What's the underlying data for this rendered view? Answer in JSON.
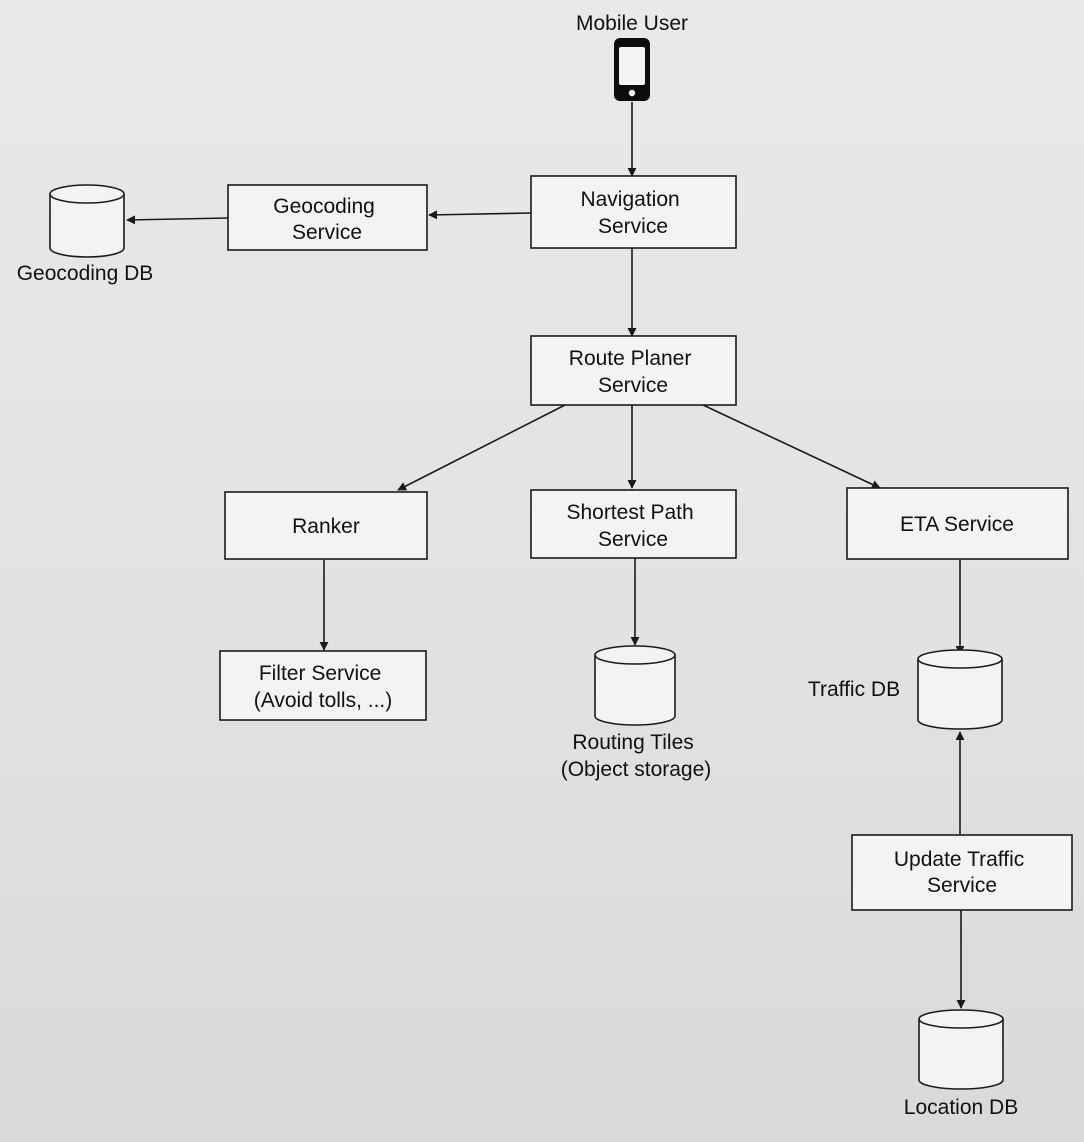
{
  "nodes": {
    "mobile_user": "Mobile User",
    "navigation_service": [
      "Navigation",
      "Service"
    ],
    "geocoding_service": [
      "Geocoding",
      "Service"
    ],
    "geocoding_db": "Geocoding DB",
    "route_planer_service": [
      "Route Planer",
      "Service"
    ],
    "ranker": "Ranker",
    "shortest_path_service": [
      "Shortest Path",
      "Service"
    ],
    "eta_service": "ETA Service",
    "filter_service": [
      "Filter Service",
      "(Avoid tolls, ...)"
    ],
    "routing_tiles": [
      "Routing Tiles",
      "(Object storage)"
    ],
    "traffic_db": "Traffic DB",
    "update_traffic_service": [
      "Update Traffic",
      "Service"
    ],
    "location_db": "Location DB"
  },
  "icons": {
    "mobile": "mobile-phone-icon",
    "database": "database-cylinder-icon"
  },
  "edges": [
    {
      "from": "mobile_user",
      "to": "navigation_service"
    },
    {
      "from": "navigation_service",
      "to": "geocoding_service"
    },
    {
      "from": "geocoding_service",
      "to": "geocoding_db"
    },
    {
      "from": "navigation_service",
      "to": "route_planer_service"
    },
    {
      "from": "route_planer_service",
      "to": "ranker"
    },
    {
      "from": "route_planer_service",
      "to": "shortest_path_service"
    },
    {
      "from": "route_planer_service",
      "to": "eta_service"
    },
    {
      "from": "ranker",
      "to": "filter_service"
    },
    {
      "from": "shortest_path_service",
      "to": "routing_tiles"
    },
    {
      "from": "eta_service",
      "to": "traffic_db"
    },
    {
      "from": "update_traffic_service",
      "to": "traffic_db"
    },
    {
      "from": "update_traffic_service",
      "to": "location_db"
    }
  ]
}
